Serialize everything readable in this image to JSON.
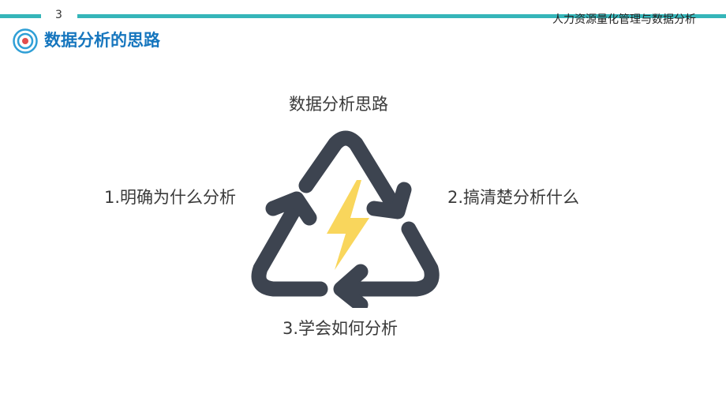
{
  "header": {
    "page_number": "3",
    "doc_title": "人力资源量化管理与数据分析",
    "accent_color": "#35b5b9"
  },
  "section": {
    "heading": "数据分析的思路",
    "icon": "target-icon",
    "heading_color": "#1676be"
  },
  "diagram": {
    "title": "数据分析思路",
    "icon": "recycle-lightning-icon",
    "steps": [
      "1.明确为什么分析",
      "2.搞清楚分析什么",
      "3.学会如何分析"
    ],
    "arrow_color": "#3d4450",
    "bolt_color": "#f9d65c"
  }
}
